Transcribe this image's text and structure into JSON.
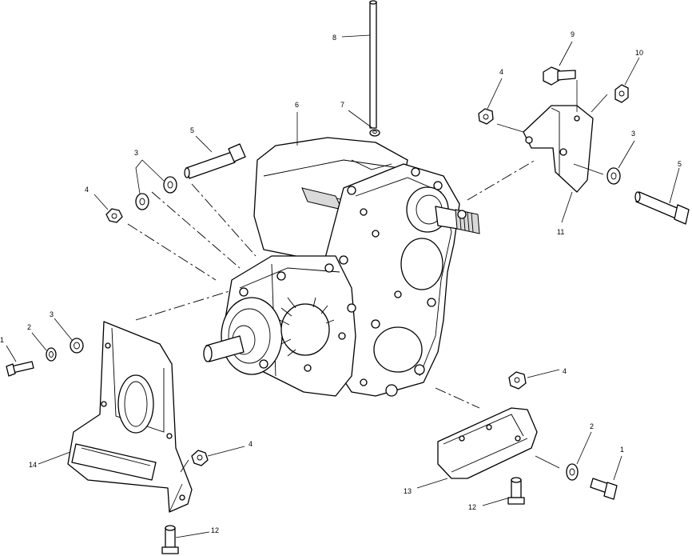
{
  "callouts": [
    {
      "id": "c1a",
      "label": "1"
    },
    {
      "id": "c2a",
      "label": "2"
    },
    {
      "id": "c3a",
      "label": "3"
    },
    {
      "id": "c3b",
      "label": "3"
    },
    {
      "id": "c4a",
      "label": "4"
    },
    {
      "id": "c5a",
      "label": "5"
    },
    {
      "id": "c6",
      "label": "6"
    },
    {
      "id": "c7",
      "label": "7"
    },
    {
      "id": "c8",
      "label": "8"
    },
    {
      "id": "c4b",
      "label": "4"
    },
    {
      "id": "c9",
      "label": "9"
    },
    {
      "id": "c10",
      "label": "10"
    },
    {
      "id": "c3c",
      "label": "3"
    },
    {
      "id": "c5b",
      "label": "5"
    },
    {
      "id": "c11",
      "label": "11"
    },
    {
      "id": "c4c",
      "label": "4"
    },
    {
      "id": "c2b",
      "label": "2"
    },
    {
      "id": "c1b",
      "label": "1"
    },
    {
      "id": "c13",
      "label": "13"
    },
    {
      "id": "c12a",
      "label": "12"
    },
    {
      "id": "c14",
      "label": "14"
    },
    {
      "id": "c4d",
      "label": "4"
    },
    {
      "id": "c12b",
      "label": "12"
    }
  ]
}
